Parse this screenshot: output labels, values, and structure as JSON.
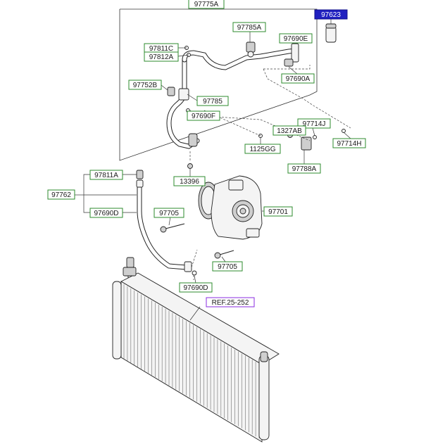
{
  "labels": {
    "p97775A": "97775A",
    "p97623": "97623",
    "p97785A": "97785A",
    "p97811C": "97811C",
    "p97812A": "97812A",
    "p97690E": "97690E",
    "p97690A": "97690A",
    "p97752B": "97752B",
    "p97785": "97785",
    "p97690F": "97690F",
    "p97714J": "97714J",
    "p1327AB": "1327AB",
    "p97714H": "97714H",
    "p1125GG": "1125GG",
    "p97788A": "97788A",
    "p13396": "13396",
    "p97811A": "97811A",
    "p97762": "97762",
    "p97690D_left": "97690D",
    "p97705_top": "97705",
    "p97701": "97701",
    "p97705_bottom": "97705",
    "p97690D_bottom": "97690D",
    "ref25252": "REF.25-252"
  },
  "colors": {
    "label_border": "#2e8b2e",
    "selected_fill": "#2020c0",
    "ref_border": "#8a2be2"
  },
  "selected_part": "97623"
}
